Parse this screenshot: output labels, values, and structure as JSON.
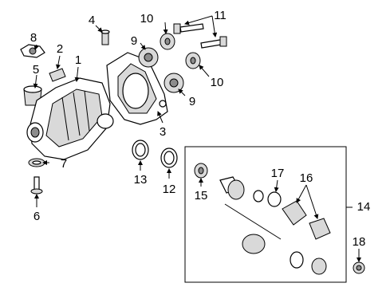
{
  "callouts": {
    "c1": "1",
    "c2": "2",
    "c3": "3",
    "c4": "4",
    "c5": "5",
    "c6": "6",
    "c7": "7",
    "c8": "8",
    "c9a": "9",
    "c9b": "9",
    "c10a": "10",
    "c10b": "10",
    "c11": "11",
    "c12": "12",
    "c13": "13",
    "c14": "14",
    "c15": "15",
    "c16": "16",
    "c17": "17",
    "c18": "18"
  }
}
